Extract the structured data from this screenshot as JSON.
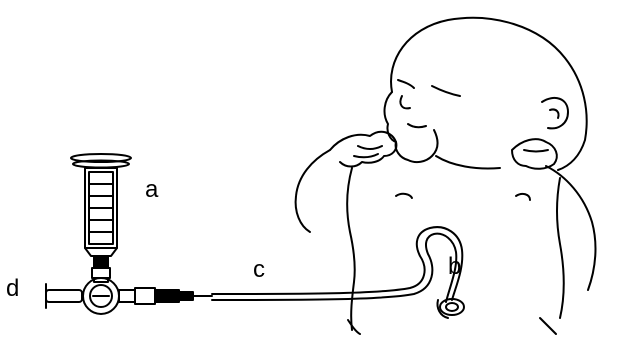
{
  "labels": {
    "a": "a",
    "b": "b",
    "c": "c",
    "d": "d"
  },
  "colors": {
    "ink": "#000000",
    "background": "#ffffff"
  }
}
